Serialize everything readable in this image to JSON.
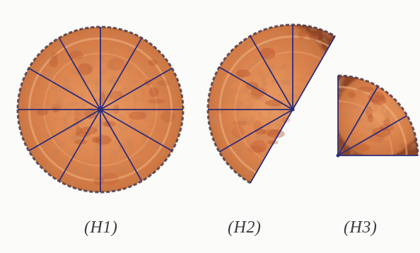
{
  "figures": [
    {
      "id": "H1",
      "caption": "(H1)",
      "fraction_of_pizza": 1.0,
      "slices": 12
    },
    {
      "id": "H2",
      "caption": "(H2)",
      "fraction_of_pizza": 0.5,
      "slices": 6
    },
    {
      "id": "H3",
      "caption": "(H3)",
      "fraction_of_pizza": 0.25,
      "slices": 3
    }
  ],
  "colors": {
    "background": "#fbfbfa",
    "crust": "#d27a45",
    "crust_dark": "#9a4a26",
    "sauce": "#e58c55",
    "topping": "#b5502a",
    "edge": "#4a3a4a",
    "cut_line": "#2c2d7a",
    "caption_text": "#3b3b3f"
  }
}
